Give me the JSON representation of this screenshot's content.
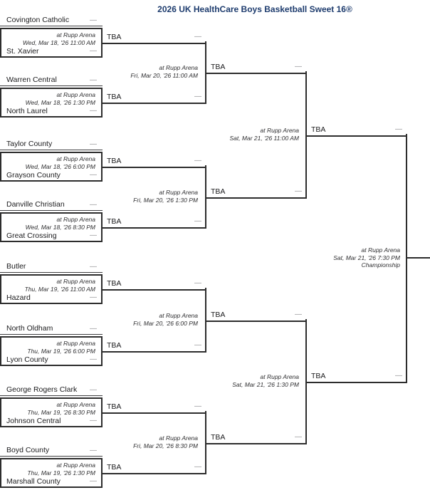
{
  "title": "2026 UK HealthCare Boys Basketball Sweet 16®",
  "colors": {
    "titleColor": "#1e3c6e",
    "lineStrong": "#2d2d2d",
    "lineThin": "#3f3f41",
    "dashColor": "#919195",
    "textColor": "#1b1b1d",
    "venueColor": "#2f2f31",
    "background": "#ffffff"
  },
  "bracket": {
    "round1": [
      {
        "team1": "Covington Catholic",
        "team2": "St. Xavier",
        "score1": "—",
        "score2": "—",
        "venue": "at Rupp Arena",
        "datetime": "Wed, Mar 18, '26 11:00 AM"
      },
      {
        "team1": "Warren Central",
        "team2": "North Laurel",
        "score1": "—",
        "score2": "—",
        "venue": "at Rupp Arena",
        "datetime": "Wed, Mar 18, '26 1:30 PM"
      },
      {
        "team1": "Taylor County",
        "team2": "Grayson County",
        "score1": "—",
        "score2": "—",
        "venue": "at Rupp Arena",
        "datetime": "Wed, Mar 18, '26 6:00 PM"
      },
      {
        "team1": "Danville Christian",
        "team2": "Great Crossing",
        "score1": "—",
        "score2": "—",
        "venue": "at Rupp Arena",
        "datetime": "Wed, Mar 18, '26 8:30 PM"
      },
      {
        "team1": "Butler",
        "team2": "Hazard",
        "score1": "—",
        "score2": "—",
        "venue": "at Rupp Arena",
        "datetime": "Thu, Mar 19, '26 11:00 AM"
      },
      {
        "team1": "North Oldham",
        "team2": "Lyon County",
        "score1": "—",
        "score2": "—",
        "venue": "at Rupp Arena",
        "datetime": "Thu, Mar 19, '26 6:00 PM"
      },
      {
        "team1": "George Rogers Clark",
        "team2": "Johnson Central",
        "score1": "—",
        "score2": "—",
        "venue": "at Rupp Arena",
        "datetime": "Thu, Mar 19, '26 8:30 PM"
      },
      {
        "team1": "Boyd County",
        "team2": "Marshall County",
        "score1": "—",
        "score2": "—",
        "venue": "at Rupp Arena",
        "datetime": "Thu, Mar 19, '26 1:30 PM"
      }
    ],
    "quarterfinals": [
      {
        "slot1": "TBA",
        "slot2": "TBA",
        "score1": "—",
        "score2": "—",
        "venue": "at Rupp Arena",
        "datetime": "Fri, Mar 20, '26 11:00 AM"
      },
      {
        "slot1": "TBA",
        "slot2": "TBA",
        "score1": "—",
        "score2": "—",
        "venue": "at Rupp Arena",
        "datetime": "Fri, Mar 20, '26 1:30 PM"
      },
      {
        "slot1": "TBA",
        "slot2": "TBA",
        "score1": "—",
        "score2": "—",
        "venue": "at Rupp Arena",
        "datetime": "Fri, Mar 20, '26 6:00 PM"
      },
      {
        "slot1": "TBA",
        "slot2": "TBA",
        "score1": "—",
        "score2": "—",
        "venue": "at Rupp Arena",
        "datetime": "Fri, Mar 20, '26 8:30 PM"
      }
    ],
    "semifinals": [
      {
        "slot1": "TBA",
        "slot2": "TBA",
        "score1": "—",
        "score2": "—",
        "venue": "at Rupp Arena",
        "datetime": "Sat, Mar 21, '26 11:00 AM"
      },
      {
        "slot1": "TBA",
        "slot2": "TBA",
        "score1": "—",
        "score2": "—",
        "venue": "at Rupp Arena",
        "datetime": "Sat, Mar 21, '26 1:30 PM"
      }
    ],
    "championship": {
      "slot1": "TBA",
      "slot2": "TBA",
      "score1": "—",
      "score2": "—",
      "venue": "at Rupp Arena",
      "datetime": "Sat, Mar 21, '26 7:30 PM",
      "label": "Championship"
    }
  }
}
